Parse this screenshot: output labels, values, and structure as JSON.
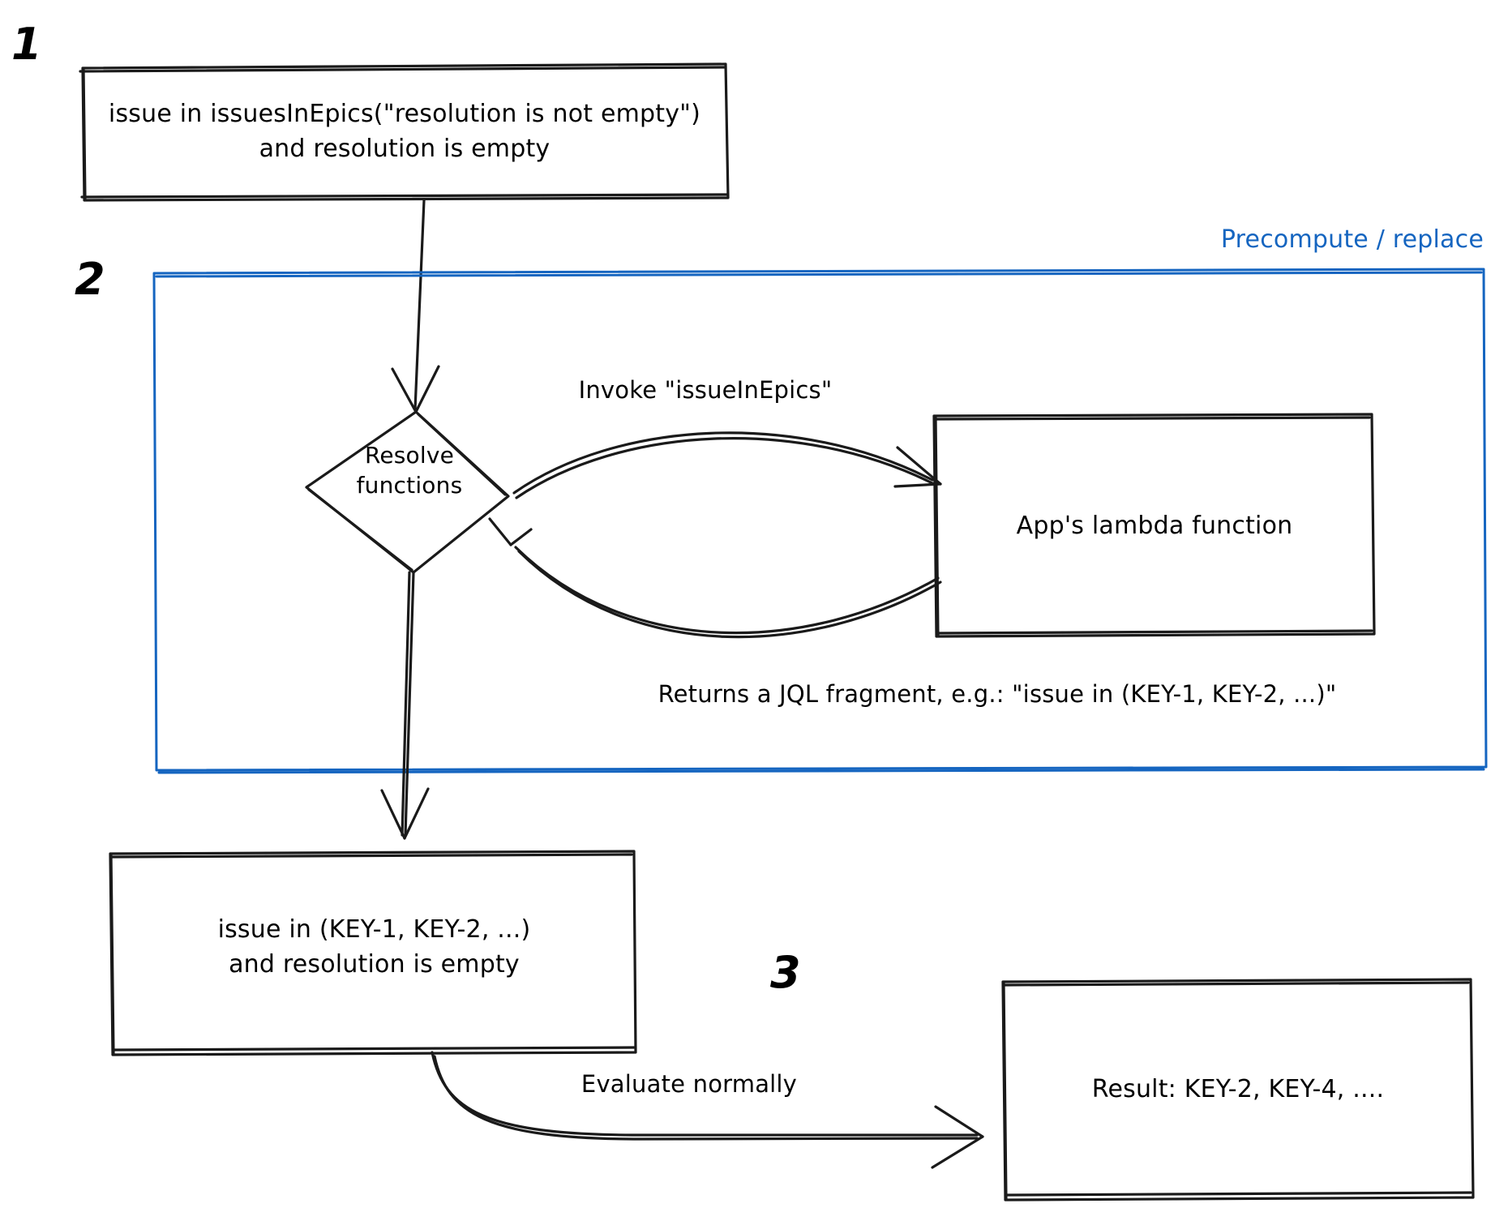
{
  "diagram": {
    "title_hidden": "",
    "steps": [
      {
        "id": "step-1",
        "label": "1"
      },
      {
        "id": "step-2",
        "label": "2"
      },
      {
        "id": "step-3",
        "label": "3"
      }
    ],
    "colors": {
      "stroke": "#1a1a1a",
      "group_accent": "#1565c0",
      "background": "#ffffff"
    },
    "nodes": {
      "input_query": {
        "line1": "issue in issuesInEpics(\"resolution is not empty\")",
        "line2": "and resolution is empty"
      },
      "resolve_functions": {
        "line1": "Resolve",
        "line2": "functions"
      },
      "lambda": {
        "label": "App's lambda function"
      },
      "rewritten_query": {
        "line1": "issue in (KEY-1, KEY-2, ...)",
        "line2": "and resolution is empty"
      },
      "result": {
        "label": "Result: KEY-2, KEY-4, ...."
      }
    },
    "group": {
      "title": "Precompute / replace"
    },
    "edges": {
      "invoke": "Invoke \"issueInEpics\"",
      "returns": "Returns a JQL fragment, e.g.: \"issue in (KEY-1, KEY-2, ...)\"",
      "evaluate": "Evaluate normally"
    }
  }
}
